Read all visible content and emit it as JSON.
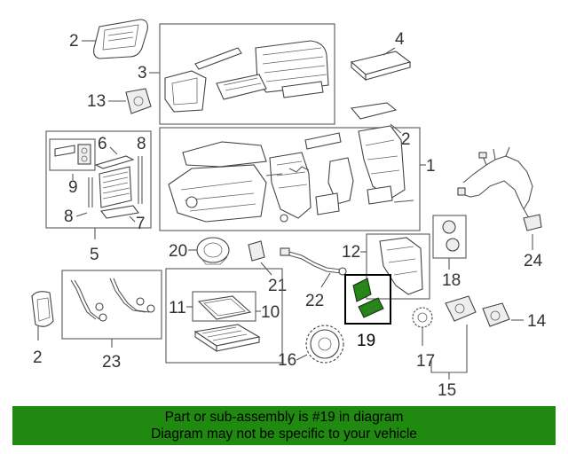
{
  "callouts": {
    "c1": "1",
    "c2a": "2",
    "c2b": "2",
    "c2c": "2",
    "c3": "3",
    "c4": "4",
    "c5": "5",
    "c6": "6",
    "c7": "7",
    "c8a": "8",
    "c8b": "8",
    "c9": "9",
    "c10": "10",
    "c11": "11",
    "c12": "12",
    "c13": "13",
    "c14": "14",
    "c15": "15",
    "c16": "16",
    "c17": "17",
    "c18": "18",
    "c19": "19",
    "c20": "20",
    "c21": "21",
    "c22": "22",
    "c23": "23",
    "c24": "24"
  },
  "highlight": {
    "part_number": "19",
    "color": "#1f8a0f"
  },
  "banner": {
    "line1": "Part or sub-assembly is #19 in diagram",
    "line2": "Diagram may not be specific to your vehicle",
    "background": "#1f8a0f"
  }
}
